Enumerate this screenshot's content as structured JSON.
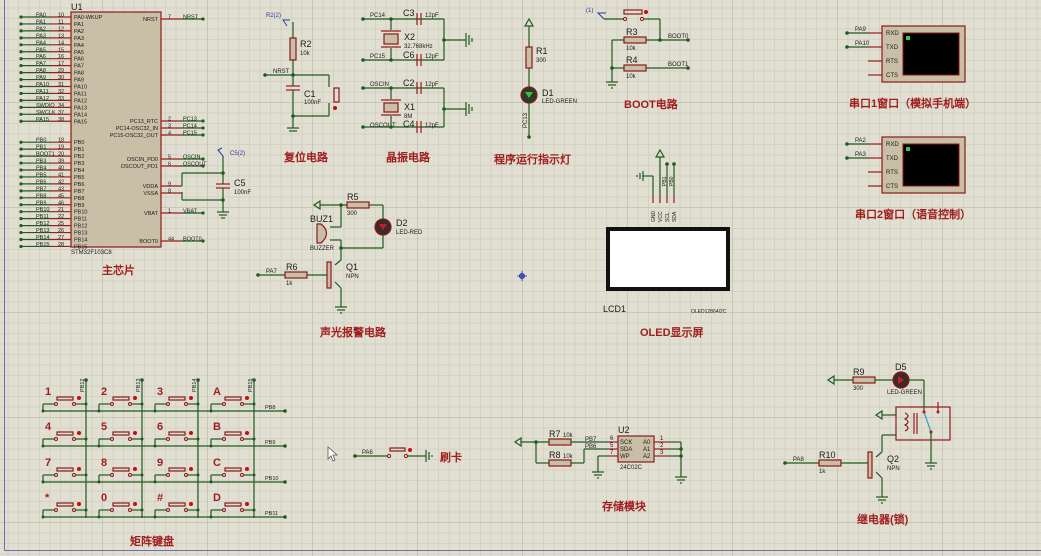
{
  "app": {
    "name": "Proteus ISIS schematic"
  },
  "mcu": {
    "ref": "U1",
    "part": "STM32F103C8",
    "title": "主芯片",
    "left_pins": [
      {
        "net": "PA0",
        "num": "10",
        "name": "PA0-WKUP"
      },
      {
        "net": "PA1",
        "num": "11",
        "name": "PA1"
      },
      {
        "net": "PA2",
        "num": "12",
        "name": "PA2"
      },
      {
        "net": "PA3",
        "num": "13",
        "name": "PA3"
      },
      {
        "net": "PA4",
        "num": "14",
        "name": "PA4"
      },
      {
        "net": "PA5",
        "num": "15",
        "name": "PA5"
      },
      {
        "net": "PA6",
        "num": "16",
        "name": "PA6"
      },
      {
        "net": "PA7",
        "num": "17",
        "name": "PA7"
      },
      {
        "net": "PA8",
        "num": "29",
        "name": "PA8"
      },
      {
        "net": "PA9",
        "num": "30",
        "name": "PA9"
      },
      {
        "net": "PA10",
        "num": "31",
        "name": "PA10"
      },
      {
        "net": "PA11",
        "num": "32",
        "name": "PA11"
      },
      {
        "net": "PA12",
        "num": "33",
        "name": "PA12"
      },
      {
        "net": "SWDIO",
        "num": "34",
        "name": "PA13"
      },
      {
        "net": "SWCLK",
        "num": "37",
        "name": "PA14"
      },
      {
        "net": "PA15",
        "num": "38",
        "name": "PA15"
      },
      {
        "net": "PB0",
        "num": "18",
        "name": "PB0"
      },
      {
        "net": "PB1",
        "num": "19",
        "name": "PB1"
      },
      {
        "net": "BOOT1",
        "num": "20",
        "name": "PB2"
      },
      {
        "net": "PB3",
        "num": "39",
        "name": "PB3"
      },
      {
        "net": "PB4",
        "num": "40",
        "name": "PB4"
      },
      {
        "net": "PB5",
        "num": "41",
        "name": "PB5"
      },
      {
        "net": "PB6",
        "num": "42",
        "name": "PB6"
      },
      {
        "net": "PB7",
        "num": "43",
        "name": "PB7"
      },
      {
        "net": "PB8",
        "num": "45",
        "name": "PB8"
      },
      {
        "net": "PB9",
        "num": "46",
        "name": "PB9"
      },
      {
        "net": "PB10",
        "num": "21",
        "name": "PB10"
      },
      {
        "net": "PB11",
        "num": "22",
        "name": "PB11"
      },
      {
        "net": "PB12",
        "num": "25",
        "name": "PB12"
      },
      {
        "net": "PB13",
        "num": "26",
        "name": "PB13"
      },
      {
        "net": "PB14",
        "num": "27",
        "name": "PB14"
      },
      {
        "net": "PB15",
        "num": "28",
        "name": "PB15"
      }
    ],
    "right_pins": [
      {
        "name": "NRST",
        "num": "7",
        "net": "NRST"
      },
      {
        "name": "PC13_RTC",
        "num": "2",
        "net": "PC13"
      },
      {
        "name": "PC14-OSC32_IN",
        "num": "3",
        "net": "PC14"
      },
      {
        "name": "PC15-OSC32_OUT",
        "num": "4",
        "net": "PC15"
      },
      {
        "name": "OSCIN_PD0",
        "num": "5",
        "net": "OSCIN"
      },
      {
        "name": "OSCOUT_PD1",
        "num": "6",
        "net": "OSCOUT"
      },
      {
        "name": "VDDA",
        "num": "9",
        "net": ""
      },
      {
        "name": "VSSA",
        "num": "8",
        "net": ""
      },
      {
        "name": "VBAT",
        "num": "1",
        "net": "VBAT"
      },
      {
        "name": "BOOT0",
        "num": "44",
        "net": "BOOT0"
      }
    ],
    "c5": {
      "ref": "C5",
      "value": "100nF",
      "probe": "C5(2)"
    }
  },
  "reset": {
    "title": "复位电路",
    "probe": "R2(2)",
    "r2": {
      "ref": "R2",
      "value": "10k"
    },
    "c1": {
      "ref": "C1",
      "value": "100nF"
    },
    "net": "NRST"
  },
  "crystal": {
    "title": "晶振电路",
    "x2": {
      "ref": "X2",
      "value": "32.768kHz",
      "net_a": "PC14",
      "net_b": "PC15"
    },
    "x1": {
      "ref": "X1",
      "value": "8M",
      "net_a": "OSCIN",
      "net_b": "OSCOUT"
    },
    "caps": [
      {
        "ref": "C3",
        "value": "12pF"
      },
      {
        "ref": "C6",
        "value": "12pF"
      },
      {
        "ref": "C2",
        "value": "12pF"
      },
      {
        "ref": "C4",
        "value": "12pF"
      }
    ]
  },
  "indicator": {
    "title": "程序运行指示灯",
    "r1": {
      "ref": "R1",
      "value": "300"
    },
    "d1": {
      "ref": "D1",
      "value": "LED-GREEN"
    },
    "net": "PC13"
  },
  "boot": {
    "title": "BOOT电路",
    "probe": "(1)",
    "r3": {
      "ref": "R3",
      "value": "10k",
      "net": "BOOT0"
    },
    "r4": {
      "ref": "R4",
      "value": "10k",
      "net": "BOOT1"
    }
  },
  "uart1": {
    "title": "串口1窗口（模拟手机端）",
    "nets": [
      "PA9",
      "PA10"
    ],
    "pins": [
      "RXD",
      "TXD",
      "RTS",
      "CTS"
    ]
  },
  "uart2": {
    "title": "串口2窗口（语音控制）",
    "nets": [
      "PA2",
      "PA3"
    ],
    "pins": [
      "RXD",
      "TXD",
      "RTS",
      "CTS"
    ]
  },
  "alarm": {
    "title": "声光报警电路",
    "buz": {
      "ref": "BUZ1",
      "value": "BUZZER"
    },
    "r5": {
      "ref": "R5",
      "value": "300"
    },
    "d2": {
      "ref": "D2",
      "value": "LED-RED"
    },
    "r6": {
      "ref": "R6",
      "value": "1k"
    },
    "q1": {
      "ref": "Q1",
      "value": "NPN"
    },
    "net": "PA7"
  },
  "oled": {
    "title": "OLED显示屏",
    "ref": "LCD1",
    "part": "OLED12864I2C",
    "pins": [
      "GND",
      "VCC",
      "SCL",
      "SDA"
    ],
    "nets": [
      "PB1",
      "PB0"
    ]
  },
  "keypad": {
    "title": "矩阵键盘",
    "keys": [
      "1",
      "2",
      "3",
      "A",
      "4",
      "5",
      "6",
      "B",
      "7",
      "8",
      "9",
      "C",
      "*",
      "0",
      "#",
      "D"
    ],
    "col_nets": [
      "PB12",
      "PB13",
      "PB14",
      "PB15"
    ],
    "row_nets": [
      "PB8",
      "PB9",
      "PB10",
      "PB11"
    ]
  },
  "card": {
    "title": "刷卡",
    "net": "PA6"
  },
  "eeprom": {
    "title": "存储模块",
    "ref": "U2",
    "part": "24C02C",
    "r7": {
      "ref": "R7",
      "value": "10k"
    },
    "r8": {
      "ref": "R8",
      "value": "10k"
    },
    "nets": [
      "PB7",
      "PB6"
    ],
    "left_pins": [
      {
        "num": "6",
        "name": "SCK"
      },
      {
        "num": "5",
        "name": "SDA"
      },
      {
        "num": "7",
        "name": "WP"
      }
    ],
    "right_pins": [
      {
        "num": "1",
        "name": "A0"
      },
      {
        "num": "2",
        "name": "A1"
      },
      {
        "num": "3",
        "name": "A2"
      }
    ]
  },
  "relay": {
    "title": "继电器(锁)",
    "r9": {
      "ref": "R9",
      "value": "300"
    },
    "d5": {
      "ref": "D5",
      "value": "LED-GREEN"
    },
    "r10": {
      "ref": "R10",
      "value": "1k"
    },
    "q2": {
      "ref": "Q2",
      "value": "NPN"
    },
    "net": "PA8"
  }
}
